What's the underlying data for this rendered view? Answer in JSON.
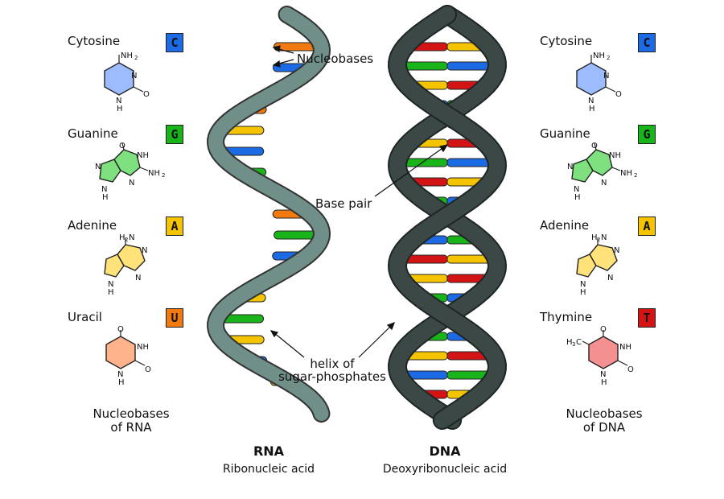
{
  "rna_panel": {
    "bases": [
      {
        "name": "Cytosine",
        "letter": "C",
        "color": "#1d6ae5"
      },
      {
        "name": "Guanine",
        "letter": "G",
        "color": "#19b41a"
      },
      {
        "name": "Adenine",
        "letter": "A",
        "color": "#f5c400"
      },
      {
        "name": "Uracil",
        "letter": "U",
        "color": "#f07a10"
      }
    ],
    "caption_line1": "Nucleobases",
    "caption_line2": "of RNA"
  },
  "dna_panel": {
    "bases": [
      {
        "name": "Cytosine",
        "letter": "C",
        "color": "#1d6ae5"
      },
      {
        "name": "Guanine",
        "letter": "G",
        "color": "#19b41a"
      },
      {
        "name": "Adenine",
        "letter": "A",
        "color": "#f5c400"
      },
      {
        "name": "Thymine",
        "letter": "T",
        "color": "#d41414"
      }
    ],
    "caption_line1": "Nucleobases",
    "caption_line2": "of DNA"
  },
  "labels": {
    "nucleobases": "Nucleobases",
    "base_pair": "Base pair",
    "helix_line1": "helix of",
    "helix_line2": "sugar-phosphates"
  },
  "rna": {
    "title": "RNA",
    "subtitle": "Ribonucleic acid"
  },
  "dna": {
    "title": "DNA",
    "subtitle": "Deoxyribonucleic acid"
  },
  "molecule_labels": {
    "nh2": "NH",
    "nh2_sub": "2",
    "h2n": "H",
    "h2n_sub": "2",
    "h2n_tail": "N",
    "nh": "NH",
    "n": "N",
    "h": "H",
    "o": "O",
    "h3c": "H",
    "h3c_sub": "3",
    "h3c_tail": "C"
  },
  "colors": {
    "rna_backbone": "#6f8f88",
    "dna_backbone": "#3c4846",
    "cytosine": "#1d6ae5",
    "guanine": "#19b41a",
    "adenine": "#f5c400",
    "uracil": "#f07a10",
    "thymine": "#d41414"
  }
}
